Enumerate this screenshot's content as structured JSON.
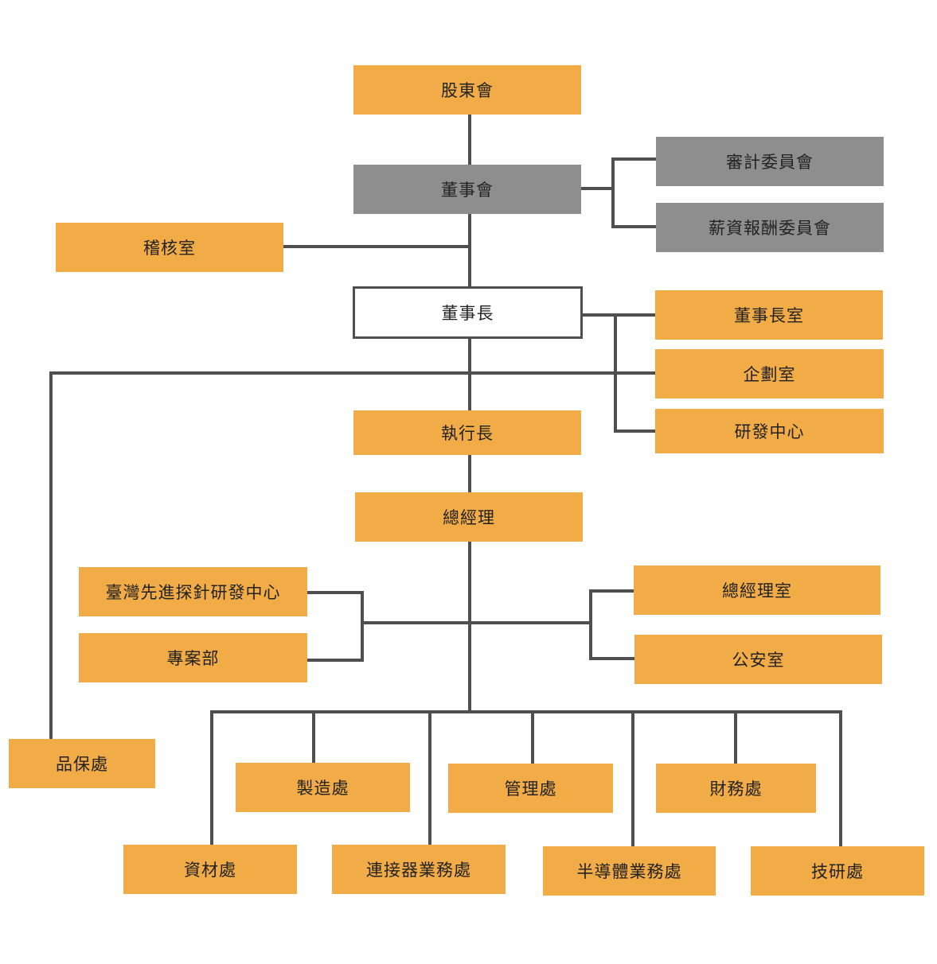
{
  "colors": {
    "unit": "#f1ab47",
    "committee": "#8e8e8e",
    "chairman": "#ffffff",
    "connector": "#4f4f4f"
  },
  "nodes": {
    "shareholders": "股東會",
    "board": "董事會",
    "audit_committee": "審計委員會",
    "remuneration_committee": "薪資報酬委員會",
    "internal_audit": "稽核室",
    "chairman": "董事長",
    "chairman_office": "董事長室",
    "planning_office": "企劃室",
    "rd_center": "研發中心",
    "ceo": "執行長",
    "president": "總經理",
    "probe_rd_center": "臺灣先進探針研發中心",
    "project_dept": "專案部",
    "president_office": "總經理室",
    "security_office": "公安室",
    "quality_assurance": "品保處",
    "manufacturing": "製造處",
    "management": "管理處",
    "finance": "財務處",
    "materials": "資材處",
    "connector_business": "連接器業務處",
    "semiconductor_business": "半導體業務處",
    "technology_rd": "技研處"
  }
}
